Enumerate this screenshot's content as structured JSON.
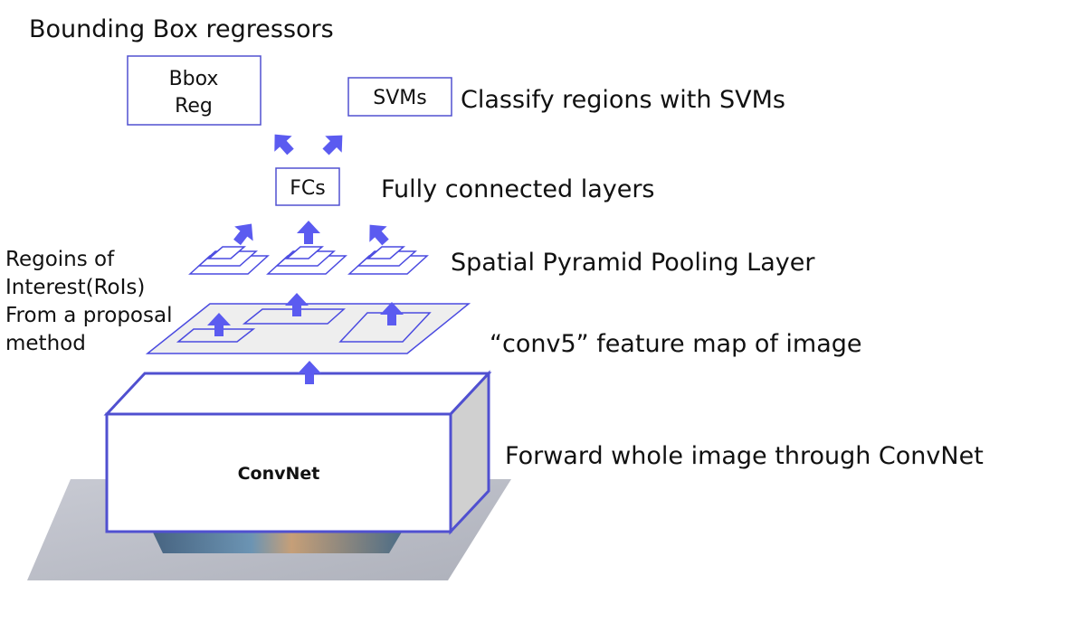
{
  "labels": {
    "bbox_regressors": "Bounding Box regressors",
    "classify": "Classify regions with SVMs",
    "fully_connected": "Fully connected layers",
    "spp": "Spatial Pyramid Pooling Layer",
    "conv5": "“conv5” feature map of image",
    "forward": "Forward whole image through ConvNet",
    "rois_line1": "Regoins of",
    "rois_line2": "Interest(RoIs)",
    "rois_line3": "From a proposal",
    "rois_line4": "method"
  },
  "boxes": {
    "bbox_line1": "Bbox",
    "bbox_line2": "Reg",
    "svms": "SVMs",
    "fcs": "FCs",
    "convnet": "ConvNet"
  },
  "colors": {
    "accent": "#5B5BF0",
    "box_stroke": "#5050D0",
    "plane_fill": "#EEEEEE",
    "plane_stroke": "#4A4AE0",
    "side_fill": "#D0D0D0",
    "base_plane": "#B9BCC6"
  }
}
